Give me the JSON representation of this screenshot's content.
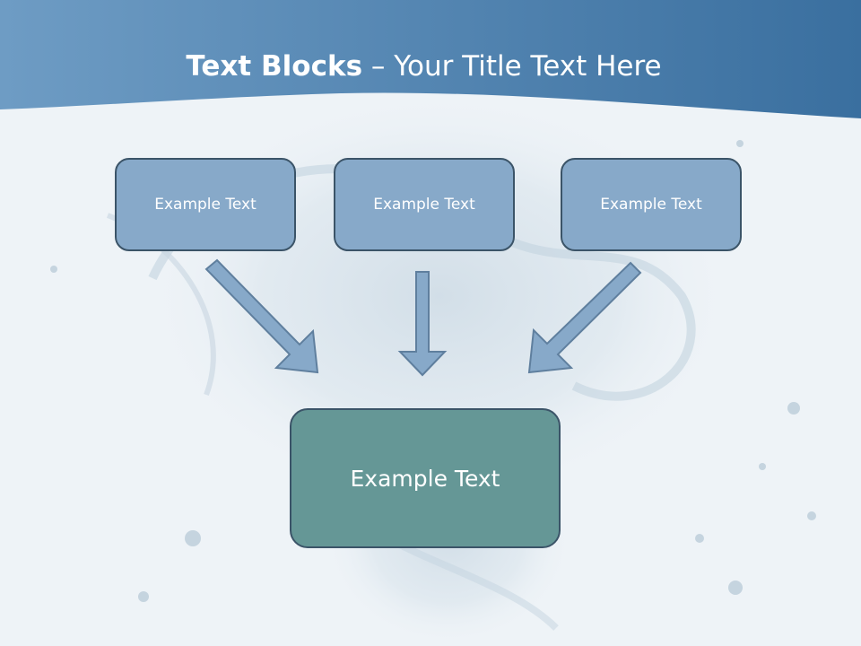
{
  "slide": {
    "title_bold": "Text Blocks",
    "title_separator": " – ",
    "title_rest": "Your Title Text Here"
  },
  "diagram": {
    "top_boxes": [
      "Example Text",
      "Example Text",
      "Example Text"
    ],
    "bottom_box": "Example Text"
  },
  "colors": {
    "header_band": "#4a7fad",
    "top_box_fill": "#87a9c9",
    "bottom_box_fill": "#659796",
    "box_border": "#3b5468",
    "arrow_fill": "#87a9c9"
  }
}
